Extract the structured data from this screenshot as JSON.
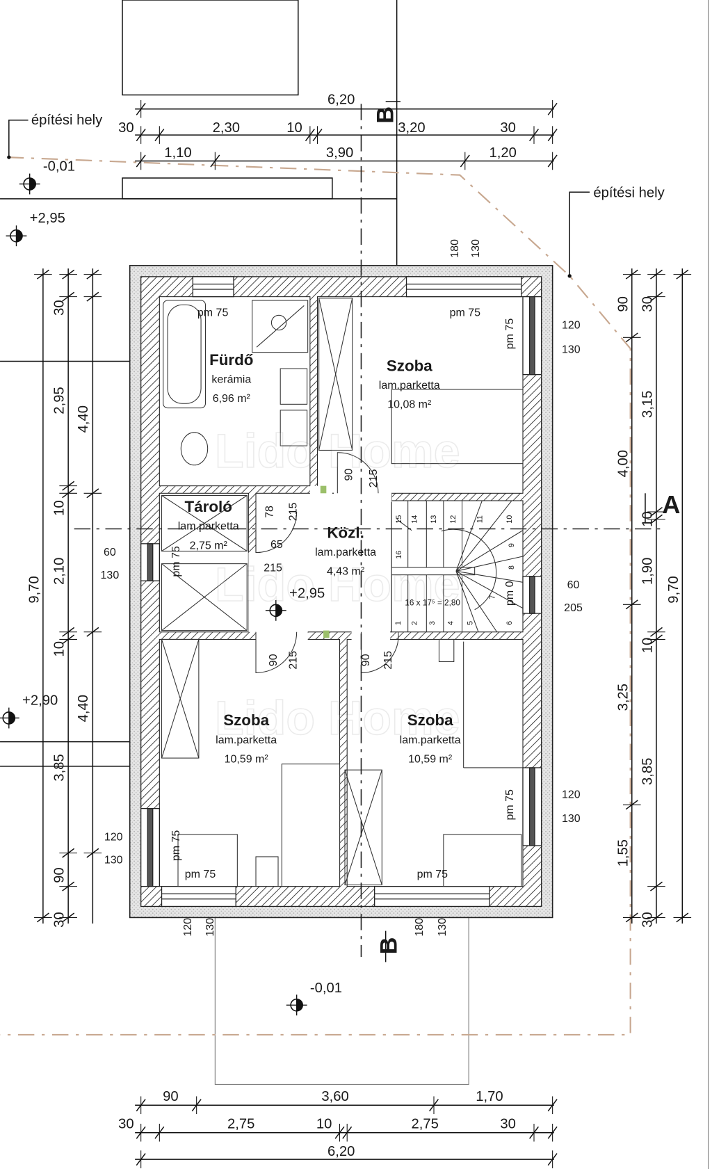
{
  "building_site": {
    "left_label": "építési hely",
    "right_label": "építési hely"
  },
  "sections": {
    "a": "A",
    "b_top": "B",
    "b_bottom": "B"
  },
  "watermark": "Lido Home",
  "rooms": [
    {
      "name": "Fürdő",
      "floor": "kerámia",
      "area": "6,96 m²"
    },
    {
      "name": "Szoba",
      "floor": "lam.parketta",
      "area": "10,08 m²"
    },
    {
      "name": "Tároló",
      "floor": "lam.parketta",
      "area": "2,75 m²"
    },
    {
      "name": "Közl.",
      "floor": "lam.parketta",
      "area": "4,43 m²"
    },
    {
      "name": "Szoba",
      "floor": "lam.parketta",
      "area": "10,59 m²"
    },
    {
      "name": "Szoba",
      "floor": "lam.parketta",
      "area": "10,59 m²"
    }
  ],
  "levels": [
    "-0,01",
    "+2,95",
    "+2,95",
    "+2,90",
    "-0,01"
  ],
  "dimensions": {
    "top": [
      "6,20",
      "30",
      "2,30",
      "10",
      "3,20",
      "30",
      "1,10",
      "3,90",
      "1,20"
    ],
    "bottom": [
      "90",
      "3,60",
      "1,70",
      "30",
      "2,75",
      "10",
      "2,75",
      "30",
      "6,20"
    ],
    "left": [
      "30",
      "2,95",
      "10",
      "2,10",
      "10",
      "3,85",
      "90",
      "30",
      "4,40",
      "4,40",
      "9,70"
    ],
    "right": [
      "90",
      "4,00",
      "3,25",
      "1,55",
      "30",
      "3,15",
      "10",
      "1,90",
      "10",
      "3,85",
      "30",
      "9,70"
    ]
  },
  "window_labels": [
    "180",
    "130",
    "120",
    "130",
    "60",
    "205",
    "120",
    "130",
    "60",
    "130",
    "120",
    "130",
    "120",
    "130",
    "180",
    "130"
  ],
  "parapet_labels": [
    "pm 75",
    "pm 75",
    "pm 75",
    "pm 75",
    "pm 0",
    "pm 75",
    "pm 75",
    "pm 75",
    "pm 75"
  ],
  "door_labels": [
    "90",
    "215",
    "78",
    "215",
    "65",
    "215",
    "90",
    "215",
    "90",
    "215"
  ],
  "stair": {
    "steps": [
      "1",
      "2",
      "3",
      "4",
      "5",
      "6",
      "7",
      "8",
      "9",
      "10",
      "11",
      "12",
      "13",
      "14",
      "15",
      "16"
    ],
    "note": "16 x 17⁵ = 2,80"
  }
}
